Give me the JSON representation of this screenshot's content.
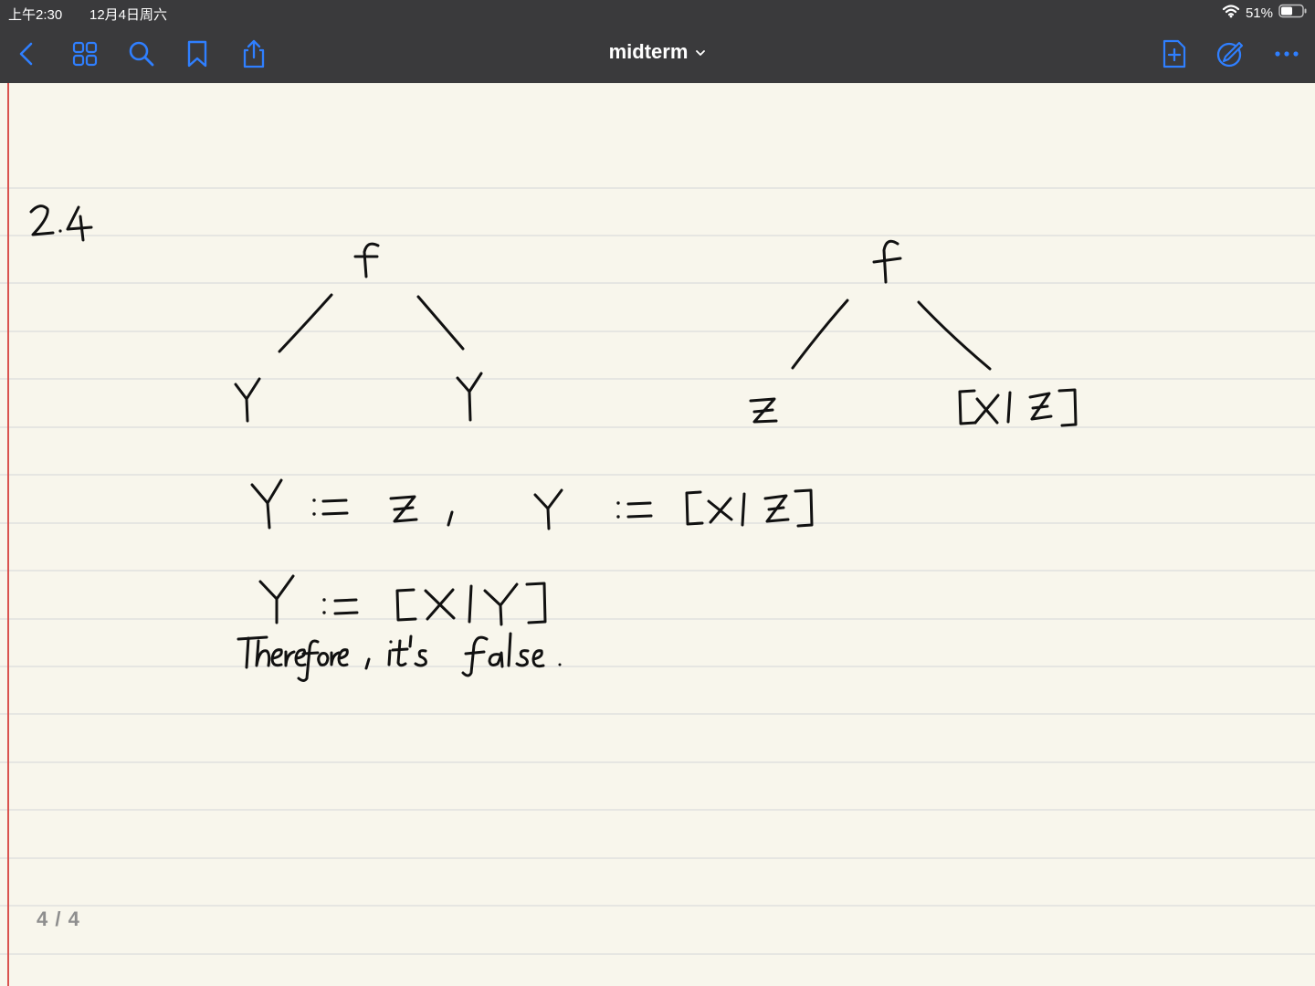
{
  "status_bar": {
    "time": "上午2:30",
    "date": "12月4日周六",
    "battery": "51%",
    "icons": [
      "wifi-icon",
      "battery-icon"
    ]
  },
  "toolbar": {
    "left_icons": [
      "back-icon",
      "thumbnails-grid-icon",
      "search-icon",
      "bookmark-icon",
      "share-icon"
    ],
    "right_icons": [
      "add-page-icon",
      "markup-pen-icon",
      "more-icon"
    ],
    "accent_color": "#2f7fff"
  },
  "document": {
    "title": "midterm",
    "title_chevron": "chevron-down-icon"
  },
  "page": {
    "indicator": "4 / 4",
    "background": "#f8f6ec",
    "rule_color": "#dcdcdc",
    "margin_color": "#d9534f"
  },
  "handwriting": {
    "problem_number": "2.4",
    "tree_left": {
      "root": "f",
      "left_child": "Y",
      "right_child": "Y"
    },
    "tree_right": {
      "root": "f",
      "left_child": "Z",
      "right_child": "[X|Z]"
    },
    "line_1": "Y := Z ,   Y := [X|Z]",
    "line_2": "Y := [X|Y]",
    "line_3": "Therefore , it's false."
  }
}
